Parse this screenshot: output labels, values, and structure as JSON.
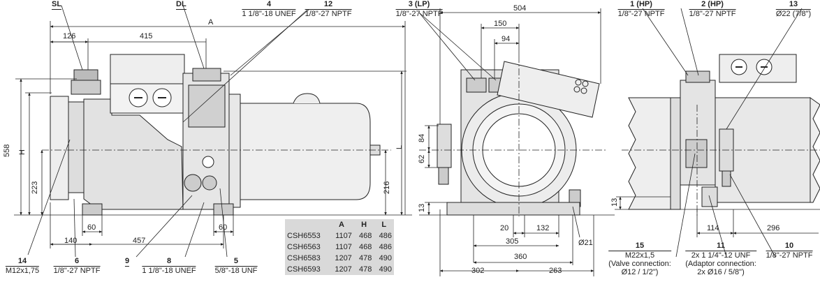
{
  "callouts": {
    "sl": "SL",
    "dl": "DL",
    "c4": {
      "num": "4",
      "text": "1 1/8\"-18 UNEF"
    },
    "c12": {
      "num": "12",
      "text": "1/8\"-27 NPTF"
    },
    "c3": {
      "num": "3 (LP)",
      "text": "1/8\"-27 NPTF"
    },
    "c1": {
      "num": "1 (HP)",
      "text": "1/8\"-27 NPTF"
    },
    "c2": {
      "num": "2 (HP)",
      "text": "1/8\"-27 NPTF"
    },
    "c13": {
      "num": "13",
      "text": "Ø22 (7/8\")"
    },
    "c14": {
      "num": "14",
      "text": "M12x1,75"
    },
    "c6": {
      "num": "6",
      "text": "1/8\"-27 NPTF"
    },
    "c9": {
      "num": "9"
    },
    "c8": {
      "num": "8",
      "text": "1 1/8\"-18 UNEF"
    },
    "c5": {
      "num": "5",
      "text": "5/8\"-18 UNF"
    },
    "c15": {
      "num": "15",
      "text": "M22x1,5",
      "line2": "(Valve connection:",
      "line3": "Ø12 / 1/2\")"
    },
    "c11": {
      "num": "11",
      "text": "2x 1 1/4\"-12 UNF",
      "line2": "(Adaptor connection:",
      "line3": "2x Ø16 / 5/8\")"
    },
    "c10": {
      "num": "10",
      "text": "1/8\"-27 NPTF"
    }
  },
  "dims": {
    "A": "A",
    "H": "H",
    "L": "L",
    "d126": "126",
    "d415": "415",
    "d558": "558",
    "d223": "223",
    "d216": "216",
    "d60a": "60",
    "d60b": "60",
    "d140": "140",
    "d457": "457",
    "d504": "504",
    "d150": "150",
    "d94": "94",
    "d84": "84",
    "d62": "62",
    "d13a": "13",
    "d20": "20",
    "d132": "132",
    "d305": "305",
    "d360": "360",
    "d302": "302",
    "d263": "263",
    "d21": "Ø21",
    "d13b": "13",
    "d114": "114",
    "d296": "296"
  },
  "table": {
    "headers": [
      "",
      "A",
      "H",
      "L"
    ],
    "rows": [
      [
        "CSH6553",
        "1107",
        "468",
        "486"
      ],
      [
        "CSH6563",
        "1107",
        "468",
        "486"
      ],
      [
        "CSH6583",
        "1207",
        "478",
        "490"
      ],
      [
        "CSH6593",
        "1207",
        "478",
        "490"
      ]
    ]
  }
}
